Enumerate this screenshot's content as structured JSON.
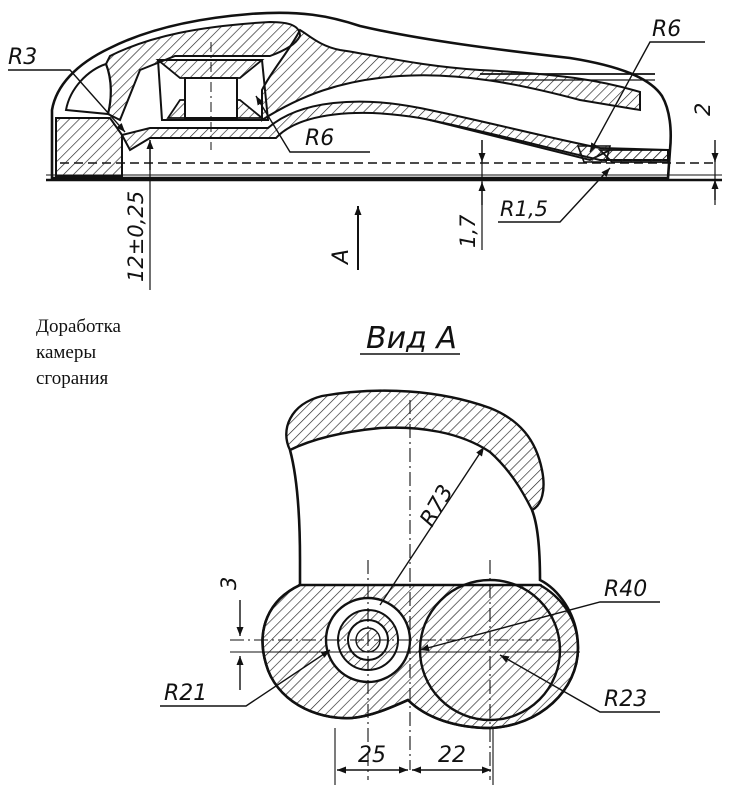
{
  "caption": {
    "line1": "Доработка",
    "line2": "камеры",
    "line3": "сгорания"
  },
  "view_title": "Вид А",
  "section": {
    "labels": {
      "r3": "R3",
      "r6_top": "R6",
      "r6_mid": "R6",
      "r1_5": "R1,5",
      "dim_12": "12±0,25",
      "dim_1_7": "1,7",
      "dim_2": "2",
      "view_arrow": "A"
    }
  },
  "plan": {
    "labels": {
      "r73": "R73",
      "r40": "R40",
      "r21": "R21",
      "r23": "R23",
      "dim_3": "3",
      "dim_25": "25",
      "dim_22": "22"
    }
  }
}
